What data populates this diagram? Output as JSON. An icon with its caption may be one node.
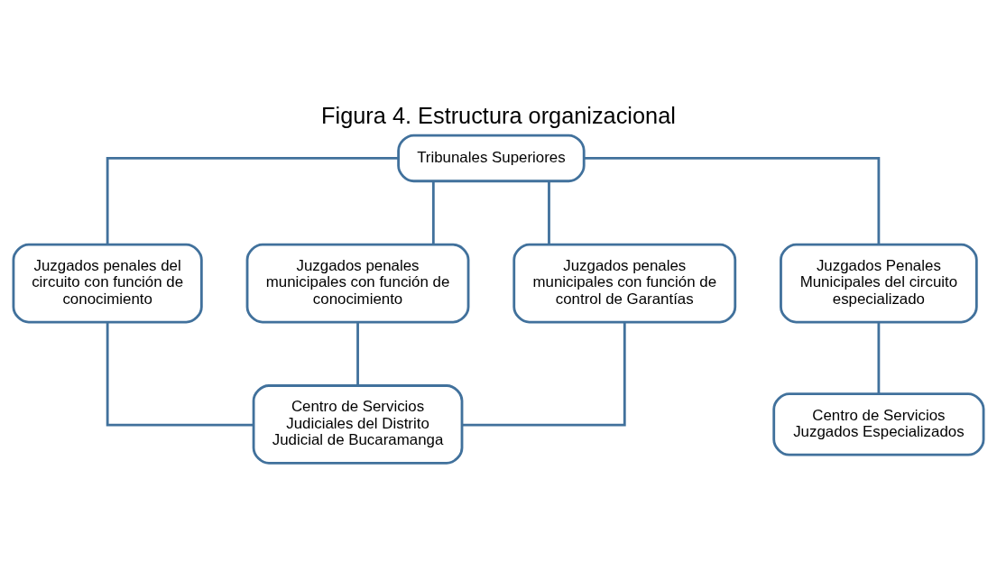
{
  "diagram": {
    "title": "Figura 4. Estructura organizacional",
    "nodes": [
      {
        "text": [
          "Tribunales Superiores"
        ]
      },
      {
        "text": [
          "Juzgados penales del circuito con función de conocimiento"
        ]
      },
      {
        "text": [
          "Juzgados penales municipales con función de conocimiento"
        ]
      },
      {
        "text": [
          "Juzgados penales municipales con función de control de Garantías"
        ]
      },
      {
        "text": [
          "Juzgados Penales Municipales del circuito especializado"
        ]
      },
      {
        "text": [
          "Centro de Servicios Judiciales del Distrito Judicial de Bucaramanga"
        ]
      },
      {
        "text": [
          "Centro de Servicios Juzgados Especializados"
        ]
      }
    ],
    "edges": [
      {
        "from": 0,
        "to": 1,
        "arrow": "none"
      },
      {
        "from": 0,
        "to": 2,
        "arrow": "none"
      },
      {
        "from": 0,
        "to": 3,
        "arrow": "none"
      },
      {
        "from": 0,
        "to": 4,
        "arrow": "none"
      },
      {
        "from": 1,
        "to": 5,
        "arrow": "none"
      },
      {
        "from": 2,
        "to": 5,
        "arrow": "none"
      },
      {
        "from": 3,
        "to": 5,
        "arrow": "none"
      },
      {
        "from": 4,
        "to": 6,
        "arrow": "none"
      }
    ]
  }
}
